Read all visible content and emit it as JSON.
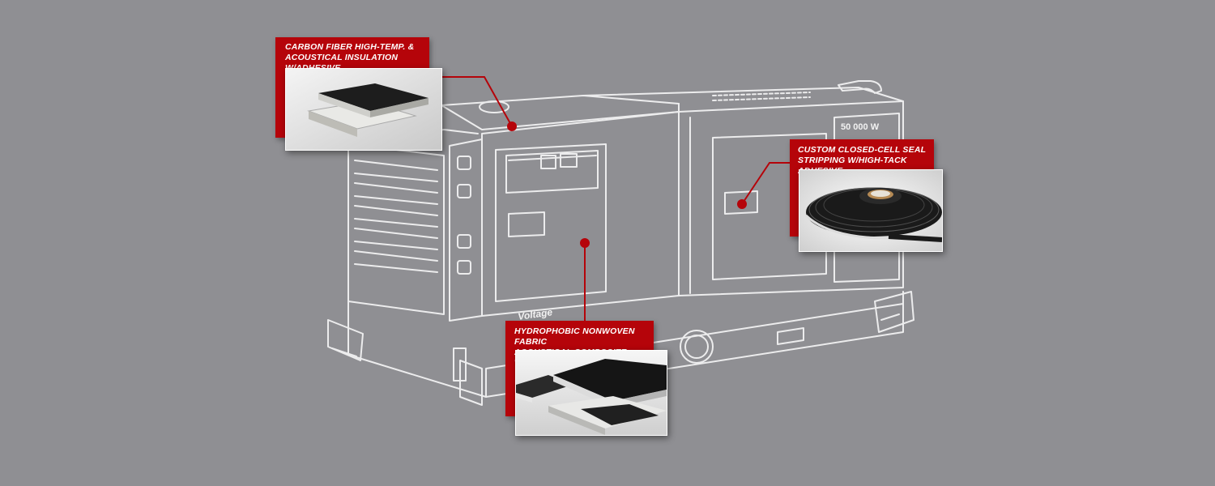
{
  "colors": {
    "background": "#8f8f93",
    "accent_red": "#b5040a",
    "outline_white": "#f2f2f2"
  },
  "product": {
    "rating_text": "50 000 W",
    "brand_text": "Voltage"
  },
  "callouts": [
    {
      "id": "carbon-fiber",
      "label": "CARBON FIBER HIGH-TEMP. &\nACOUSTICAL INSULATION W/ADHESIVE",
      "photo_icon": "insulation-pad-photo"
    },
    {
      "id": "seal-stripping",
      "label": "CUSTOM CLOSED-CELL SEAL\nSTRIPPING W/HIGH-TACK ADHESIVE",
      "photo_icon": "seal-tape-roll-photo"
    },
    {
      "id": "nonwoven",
      "label": "HYDROPHOBIC NONWOVEN FABRIC\nACOUSTICAL COMPOSITE W/ADHESIVE",
      "photo_icon": "composite-sheets-photo"
    }
  ]
}
